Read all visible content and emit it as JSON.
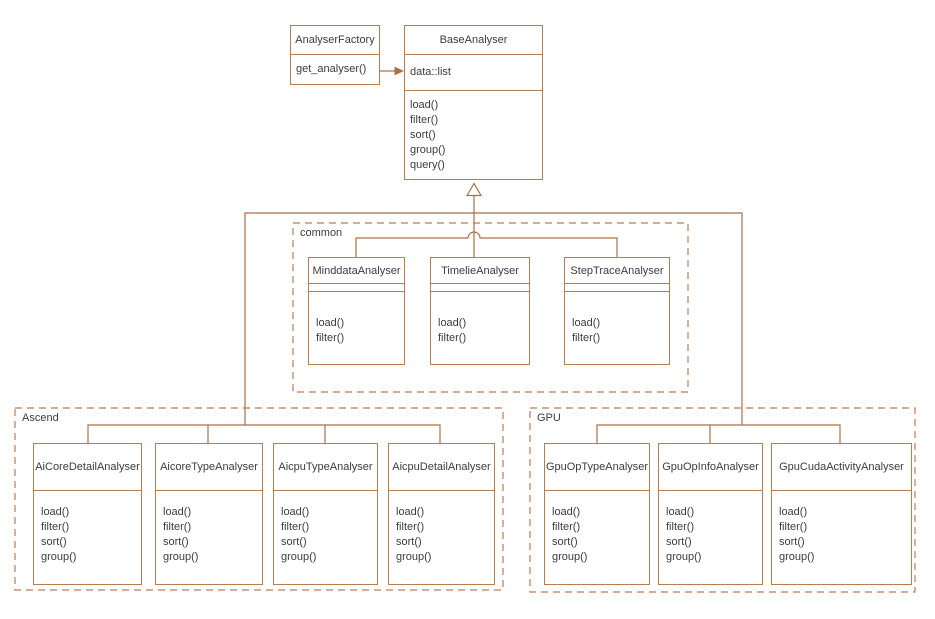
{
  "colors": {
    "line": "#a97149",
    "box_border": "#b97c4c",
    "dashed_border": "#bf7a55",
    "text": "#3c3c3c",
    "bg": "#ffffff"
  },
  "factory": {
    "name": "AnalyserFactory",
    "methods": [
      "get_analyser()"
    ]
  },
  "base": {
    "name": "BaseAnalyser",
    "attributes": [
      "data::list"
    ],
    "methods": [
      "load()",
      "filter()",
      "sort()",
      "group()",
      "query()"
    ]
  },
  "groups": [
    {
      "label": "common",
      "classes": [
        {
          "name": "MinddataAnalyser",
          "methods": [
            "load()",
            "filter()"
          ]
        },
        {
          "name": "TimelieAnalyser",
          "methods": [
            "load()",
            "filter()"
          ]
        },
        {
          "name": "StepTraceAnalyser",
          "methods": [
            "load()",
            "filter()"
          ]
        }
      ]
    },
    {
      "label": "Ascend",
      "classes": [
        {
          "name": "AiCoreDetailAnalyser",
          "methods": [
            "load()",
            "filter()",
            "sort()",
            "group()"
          ]
        },
        {
          "name": "AicoreTypeAnalyser",
          "methods": [
            "load()",
            "filter()",
            "sort()",
            "group()"
          ]
        },
        {
          "name": "AicpuTypeAnalyser",
          "methods": [
            "load()",
            "filter()",
            "sort()",
            "group()"
          ]
        },
        {
          "name": "AicpuDetailAnalyser",
          "methods": [
            "load()",
            "filter()",
            "sort()",
            "group()"
          ]
        }
      ]
    },
    {
      "label": "GPU",
      "classes": [
        {
          "name": "GpuOpTypeAnalyser",
          "methods": [
            "load()",
            "filter()",
            "sort()",
            "group()"
          ]
        },
        {
          "name": "GpuOpInfoAnalyser",
          "methods": [
            "load()",
            "filter()",
            "sort()",
            "group()"
          ]
        },
        {
          "name": "GpuCudaActivityAnalyser",
          "methods": [
            "load()",
            "filter()",
            "sort()",
            "group()"
          ]
        }
      ]
    }
  ]
}
